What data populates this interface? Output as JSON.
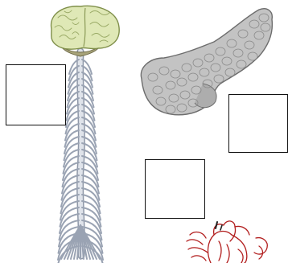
{
  "diagram": {
    "organs": [
      {
        "name": "brain-and-spinal-cord",
        "icon": "brain-spinal-cord-icon"
      },
      {
        "name": "pancreas",
        "icon": "pancreas-icon"
      },
      {
        "name": "heart",
        "icon": "heart-icon"
      }
    ],
    "label_boxes": [
      {
        "id": "box-1",
        "text": ""
      },
      {
        "id": "box-2",
        "text": ""
      },
      {
        "id": "box-3",
        "text": ""
      }
    ],
    "colors": {
      "brain_fill": "#dfe8b6",
      "brain_stroke": "#7f8f4a",
      "nerve": "#dfe3ea",
      "nerve_stroke": "#8f98a8",
      "pancreas_fill": "#c3c3c3",
      "pancreas_stroke": "#6d6d6d",
      "heart_stroke": "#b21e1e",
      "box_border": "#111111"
    }
  }
}
